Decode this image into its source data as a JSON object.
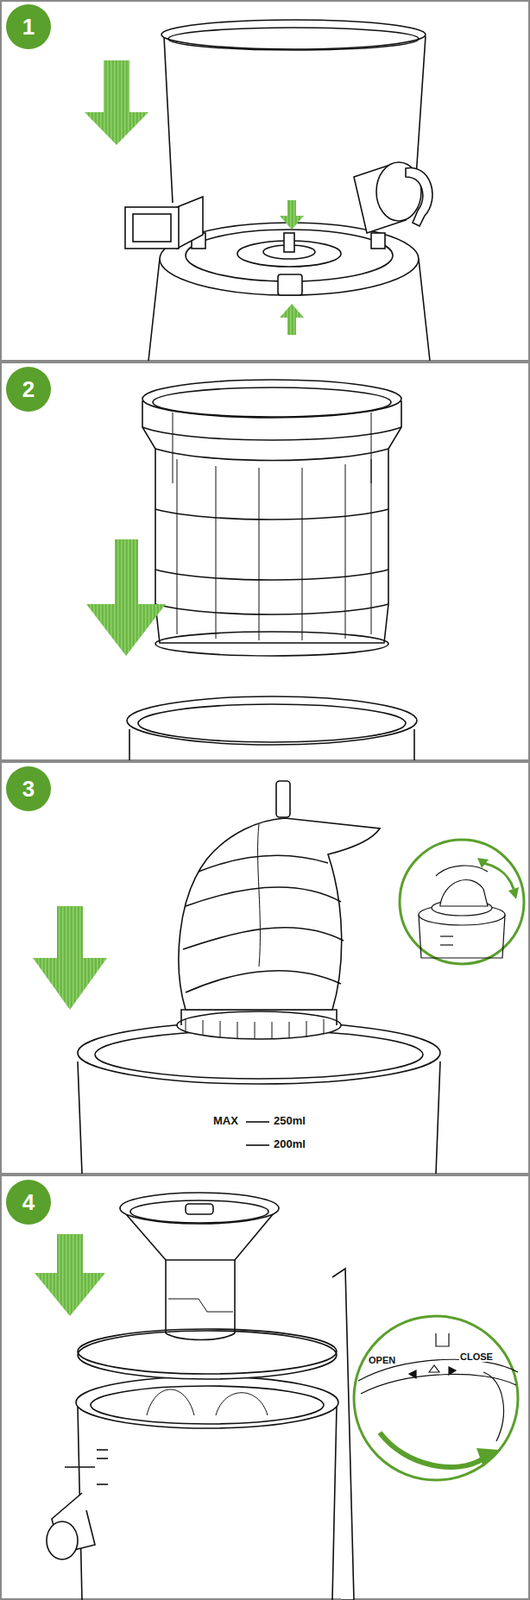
{
  "diagram": {
    "nodes": [
      {
        "text": [
          "1"
        ]
      },
      {
        "text": [
          "2"
        ]
      },
      {
        "text": [
          "3"
        ]
      },
      {
        "text": [
          "4"
        ]
      }
    ],
    "labels": [
      "MAX",
      "250ml",
      "200ml",
      "OPEN",
      "CLOSE"
    ]
  }
}
